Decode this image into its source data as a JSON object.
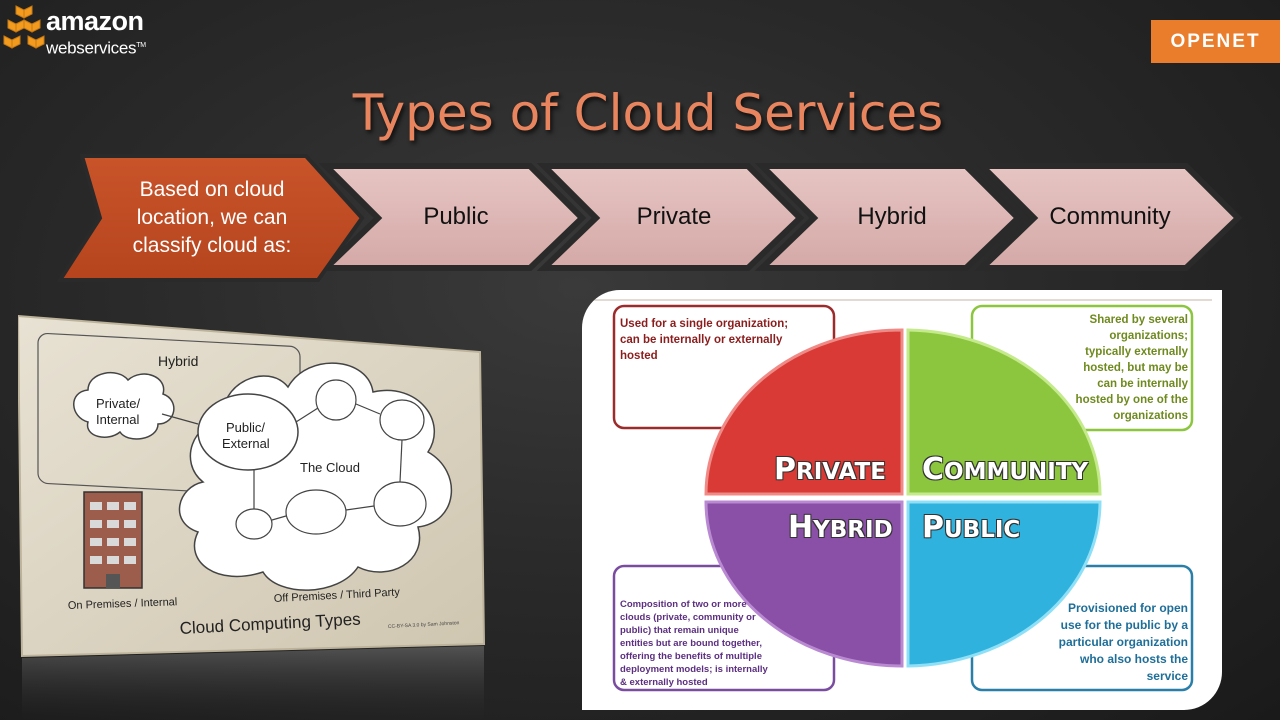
{
  "header": {
    "aws_wordmark": "amazon",
    "aws_sub": "webservices",
    "aws_tm": "TM",
    "openet_label": "OPENET"
  },
  "slide": {
    "title": "Types of Cloud Services"
  },
  "process": {
    "lead_text": "Based on cloud location, we can classify cloud as:",
    "steps": [
      "Public",
      "Private",
      "Hybrid",
      "Community"
    ]
  },
  "left_diagram": {
    "hybrid": "Hybrid",
    "private_line1": "Private/",
    "private_line2": "Internal",
    "public_line1": "Public/",
    "public_line2": "External",
    "cloud": "The Cloud",
    "on_premises": "On Premises / Internal",
    "off_premises": "Off Premises / Third Party",
    "caption": "Cloud Computing Types",
    "credit": "CC-BY-SA 3.0 by Sam Johnston"
  },
  "right_diagram": {
    "quadrants": {
      "private": {
        "first": "P",
        "rest": "RIVATE"
      },
      "community": {
        "first": "C",
        "rest": "OMMUNITY"
      },
      "hybrid": {
        "first": "H",
        "rest": "YBRID"
      },
      "public": {
        "first": "P",
        "rest": "UBLIC"
      }
    },
    "descriptions": {
      "private": "Used for a single organization; can be internally or externally hosted",
      "community": "Shared by several organizations; typically externally hosted, but may be can be internally hosted by one of the organizations",
      "hybrid": "Composition of two or more clouds (private, community or public) that remain unique entities but are bound together, offering the benefits of multiple deployment models; is internally & externally hosted",
      "public": "Provisioned for open use for the public by a particular organization who also hosts the service"
    },
    "colors": {
      "private": "#d93a36",
      "community": "#8cc63f",
      "hybrid": "#8a4fa6",
      "public": "#2fb2dd"
    }
  }
}
